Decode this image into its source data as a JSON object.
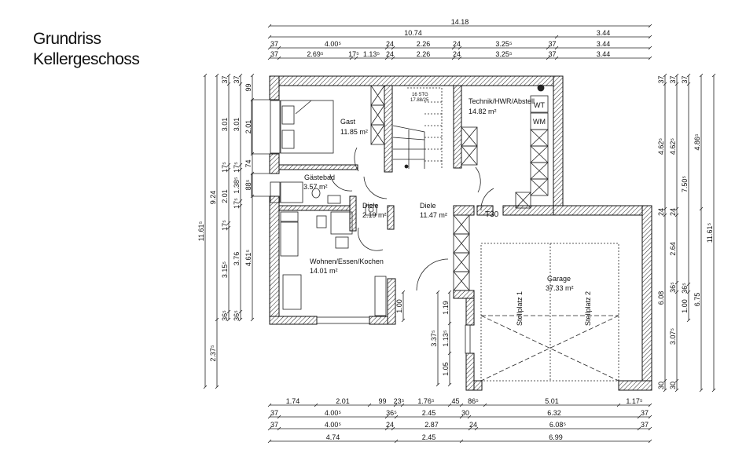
{
  "title": [
    "Grundriss",
    "Kellergeschoss"
  ],
  "rooms": {
    "gast": {
      "name": "Gast",
      "area": "11.85 m²"
    },
    "technik": {
      "name": "Technik/HWR/Abstell",
      "area": "14.82 m²"
    },
    "gaestebad": {
      "name": "Gästebad",
      "area": "3.57 m²"
    },
    "diele_small": {
      "name": "Diele",
      "area": "2.19 m²"
    },
    "diele": {
      "name": "Diele",
      "area": "11.47 m²"
    },
    "wohnen": {
      "name": "Wohnen/Essen/Kochen",
      "area": "14.01 m²"
    },
    "garage": {
      "name": "Garage",
      "area": "37.33 m²"
    }
  },
  "labels": {
    "stairs_steps": "16 STG",
    "stairs_ratio": "17.88/25",
    "wt": "WT",
    "wm": "WM",
    "door_t30": "T30",
    "stellplatz_1": "Stellplatz 1",
    "stellplatz_2": "Stellplatz 2",
    "sill_height": "1.00"
  },
  "dims": {
    "top": [
      [
        "14.18"
      ],
      [
        "10.74",
        "3.44"
      ],
      [
        "37",
        "4.00⁵",
        "24",
        "2.26",
        "24",
        "3.25⁵",
        "37",
        "3.44"
      ],
      [
        "37",
        "2.69⁵",
        "17⁵",
        "1.13⁵",
        "24",
        "2.26",
        "24",
        "3.25⁵",
        "37",
        "3.44"
      ]
    ],
    "bottom": [
      [
        "1.74",
        "2.01",
        "99",
        "23⁵",
        "1.76⁵",
        "45",
        "86⁵",
        "5.01",
        "1.17⁵"
      ],
      [
        "37",
        "4.00⁵",
        "36⁵",
        "2.45",
        "30",
        "6.32",
        "37"
      ],
      [
        "37",
        "4.00⁵",
        "24",
        "2.87",
        "24",
        "6.08⁵",
        "37"
      ],
      [
        "4.74",
        "2.45",
        "6.99"
      ]
    ],
    "left": [
      [
        "11.61⁵"
      ],
      [
        "9.24",
        "2.37⁵"
      ],
      [
        "37",
        "3.01",
        "17⁵",
        "2.01",
        "17⁵",
        "3.15⁵",
        "36⁵"
      ],
      [
        "37",
        "3.01",
        "17⁵",
        "1.38⁵",
        "17⁵",
        "3.76",
        "36⁵"
      ],
      [
        "99",
        "2.01",
        "74",
        "88⁵",
        "4.61⁵"
      ]
    ],
    "right": [
      [
        "37",
        "4.62⁵",
        "24",
        "6.08",
        "30"
      ],
      [
        "37",
        "4.62⁵",
        "24",
        "2.64",
        "36⁵",
        "3.07⁵",
        "30"
      ],
      [
        "37",
        "7.50⁵",
        "36⁵",
        "1.00"
      ],
      [
        "4.86⁵",
        "6.75"
      ],
      [
        "11.61⁵"
      ]
    ],
    "garage": [
      [
        "3.37⁵"
      ],
      [
        "1.19",
        "1.13⁵",
        "1.05"
      ]
    ]
  }
}
